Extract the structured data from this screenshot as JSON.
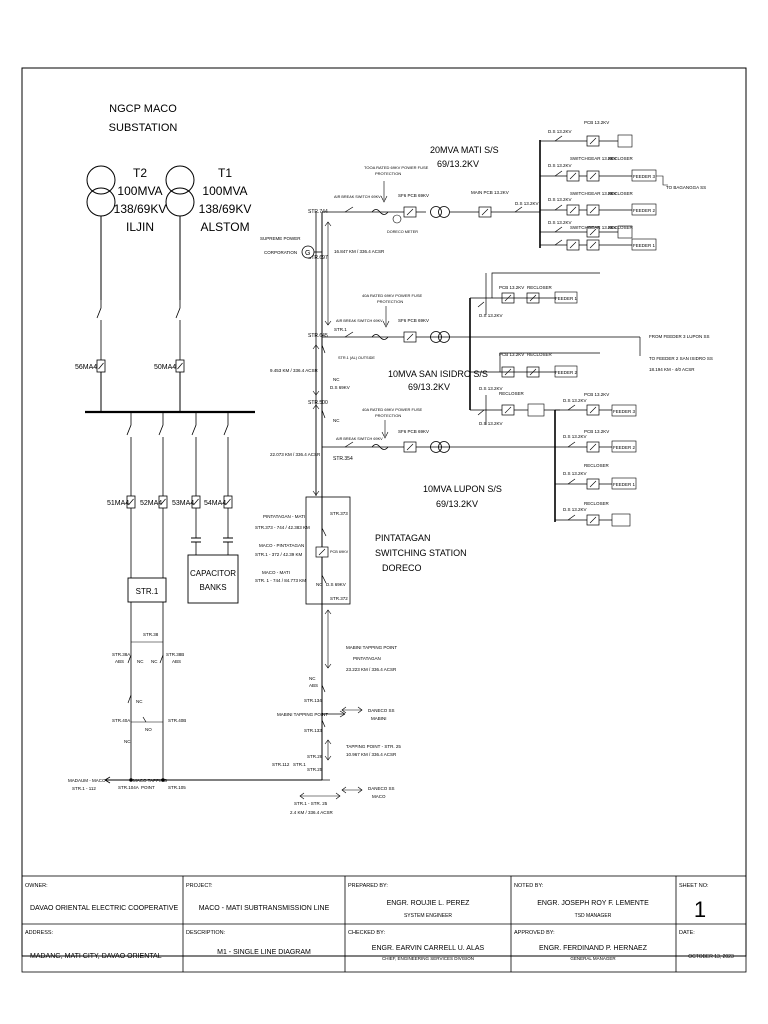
{
  "diagram": {
    "ngcp_title": [
      "NGCP MACO",
      "SUBSTATION"
    ],
    "t2": [
      "T2",
      "100MVA",
      "138/69KV",
      "ILJIN"
    ],
    "t1": [
      "T1",
      "100MVA",
      "138/69KV",
      "ALSTOM"
    ],
    "breaker_56ma4": "56MA4",
    "breaker_50ma4": "50MA4",
    "breaker_51ma4": "51MA4",
    "breaker_52ma4": "52MA4",
    "breaker_53ma4": "53MA4",
    "breaker_54ma4": "54MA4",
    "capacitor_banks": [
      "CAPACITOR",
      "BANKS"
    ],
    "str1": "STR.1",
    "mati_title": [
      "20MVA MATI S/S",
      "69/13.2KV"
    ],
    "san_isidro_title": [
      "10MVA SAN ISIDRO S/S",
      "69/13.2KV"
    ],
    "lupon_title": [
      "10MVA LUPON S/S",
      "69/13.2KV"
    ],
    "pintatagan_title": [
      "PINTATAGAN",
      "SWITCHING STATION",
      "DORECO"
    ],
    "supreme_power": [
      "SUPREME POWER",
      "CORPORATION"
    ],
    "fuse_note_mati": [
      "TOOA RATED 69KV POWER FUSE",
      "PROTECTION"
    ],
    "fuse_note_si": [
      "40A RATED 69KV POWER FUSE",
      "PROTECTION"
    ],
    "fuse_note_lupon": [
      "40A RATED 69KV POWER FUSE",
      "PROTECTION"
    ],
    "sf6_pcb_69kv": "SF6 PCB 69KV",
    "doreco_meter": "DORECO METER",
    "main_pcb": "MAIN PCB 13.2KV",
    "ds_132kv": "D.S 13.2KV",
    "pcb_132kv": "PCB 13.2KV",
    "switchgear_132kv": "SWITCHGEAR 13.2KV",
    "recloser": "RECLOSER",
    "feeder_1": "FEEDER 1",
    "feeder_2": "FEEDER 2",
    "feeder_3": "FEEDER 3",
    "to_banaggsa": "TO BAGANGGA SS",
    "from_feeder": [
      "FROM FEEDER 3 LUPON SS",
      "TO FEEDER 2 SAN ISIDRO SS",
      "18.194 KM - 4/0 ACSR"
    ],
    "str744": "STR.744",
    "str697": "STR.697",
    "str645": "STR.645",
    "str_1b": "STR.1",
    "str500": "STR.500",
    "str354": "STR.354",
    "str373": "STR.373",
    "str372": "STR.372",
    "span_16847": "16.847 KM / 336.4 ACSR",
    "span_9453": "9.453 KM / 336.4 ACSR",
    "span_22073": "22.073 KM / 336.4 ACSR",
    "nc": "NC",
    "no": "NO",
    "ds_69kv": "D.S 69KV",
    "pcb_69kv": "PCB 69KV",
    "pint_mati": [
      "PINTATAGAN - MATI",
      "STR.373 - 744 / 42.383 KM"
    ],
    "maco_pint": [
      "MACO - PINTATAGAN",
      "STR.1 - 372 / 42.39 KM"
    ],
    "maco_mati": [
      "MACO - MATI",
      "STR. 1 - 744 / 84.773 KM"
    ],
    "mabini_tap": [
      "MABINI TAPPING POINT",
      "PINTATAGAN",
      "23.223 KM / 336.4 ACSR"
    ],
    "abs": "ABS",
    "str134": "STR.134",
    "mabini_point": "MABINI TAPPING POINT",
    "str133": "STR.133",
    "daneco_mabini": [
      "DANECO SS",
      "MABINI"
    ],
    "tap25": [
      "TAPPING POINT - STR. 25",
      "10.967 KM / 336.4 ACSR"
    ],
    "str26": "STR.26",
    "str25": "STR.25",
    "str112": "STR.112",
    "str1_c": "STR.1",
    "daneco_maco": [
      "DANECO SS",
      "MACO"
    ],
    "str1_25": [
      "STR.1 - STR. 25",
      "2.4 KM / 336.4 ACSR"
    ],
    "str38": "STR.38",
    "str38a": "STR.38A",
    "str38b": "STR.38B",
    "str40a": "STR.40A",
    "str40b": "STR.40B",
    "madaum_maco": [
      "MADAUM - MACO",
      "STR.1 - 112"
    ],
    "str104a": "STR.104A",
    "maco_tapping": [
      "MACO TAPPING",
      "POINT"
    ],
    "str105": "STR.105",
    "remark_sub": "STR.1 (AL) OUTSIDE"
  },
  "titleblock": {
    "owner_label": "OWNER:",
    "owner_value": "DAVAO ORIENTAL ELECTRIC COOPERATIVE",
    "project_label": "PROJECT:",
    "project_value": "MACO - MATI SUBTRANSMISSION LINE",
    "prepared_label": "PREPARED BY:",
    "prepared_name": "ENGR. ROUJIE L. PEREZ",
    "prepared_title": "SYSTEM ENGINEER",
    "noted_label": "NOTED BY:",
    "noted_name": "ENGR. JOSEPH ROY F. LEMENTE",
    "noted_title": "TSD MANAGER",
    "sheet_label": "SHEET NO:",
    "sheet_value": "1",
    "address_label": "ADDRESS:",
    "address_value": "MADANG, MATI CITY, DAVAO ORIENTAL",
    "description_label": "DESCRIPTION:",
    "description_value": "M1 - SINGLE LINE DIAGRAM",
    "checked_label": "CHECKED BY:",
    "checked_name": "ENGR. EARVIN CARRELL U. ALAS",
    "checked_title": "CHIEF, ENGINEERING SERVICES DIVISION",
    "approved_label": "APPROVED BY:",
    "approved_name": "ENGR. FERDINAND P. HERNAEZ",
    "approved_title": "GENERAL MANAGER",
    "date_label": "DATE:",
    "date_value": "OCTOBER 13, 2023"
  }
}
